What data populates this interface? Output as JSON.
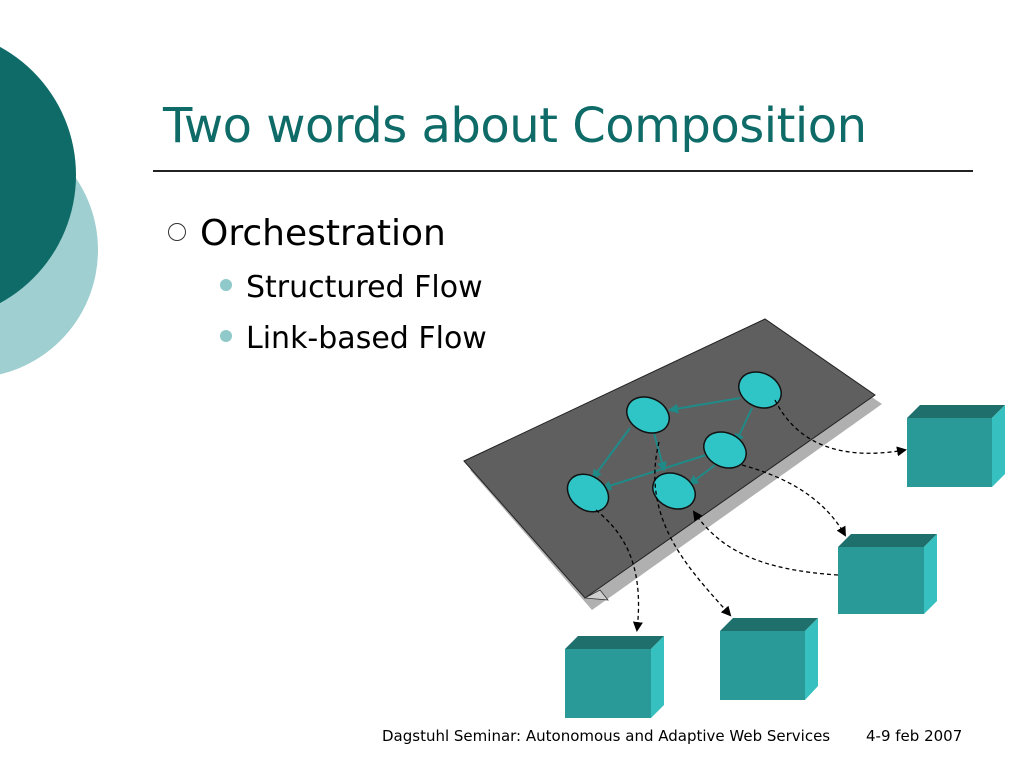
{
  "slide": {
    "title": "Two words about Composition",
    "bullets": [
      {
        "text": "Orchestration",
        "children": [
          {
            "text": "Structured Flow"
          },
          {
            "text": "Link-based Flow"
          }
        ]
      }
    ]
  },
  "footer": {
    "event": "Dagstuhl Seminar: Autonomous and Adaptive Web Services",
    "date": "4-9 feb 2007"
  },
  "colors": {
    "title": "#0e6b68",
    "circle_dark": "#0e6b68",
    "circle_light": "#9fcfd0",
    "plane": "#5f5f5f",
    "node": "#2fc4c6",
    "cube_front": "#2a9a98",
    "cube_top": "#1f6f6d",
    "cube_side": "#36c0bf"
  },
  "icons": {
    "level1_marker": "hollow-circle",
    "level2_marker": "filled-dot"
  }
}
